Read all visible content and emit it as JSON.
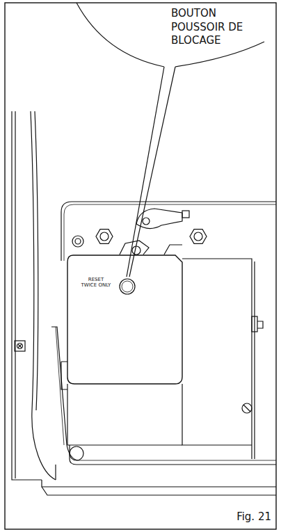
{
  "diagram": {
    "caption": "Fig. 21",
    "labels": [
      "BOUTON POUSSOIR DE BLOCAGE",
      "RESET TWICE ONLY"
    ]
  }
}
